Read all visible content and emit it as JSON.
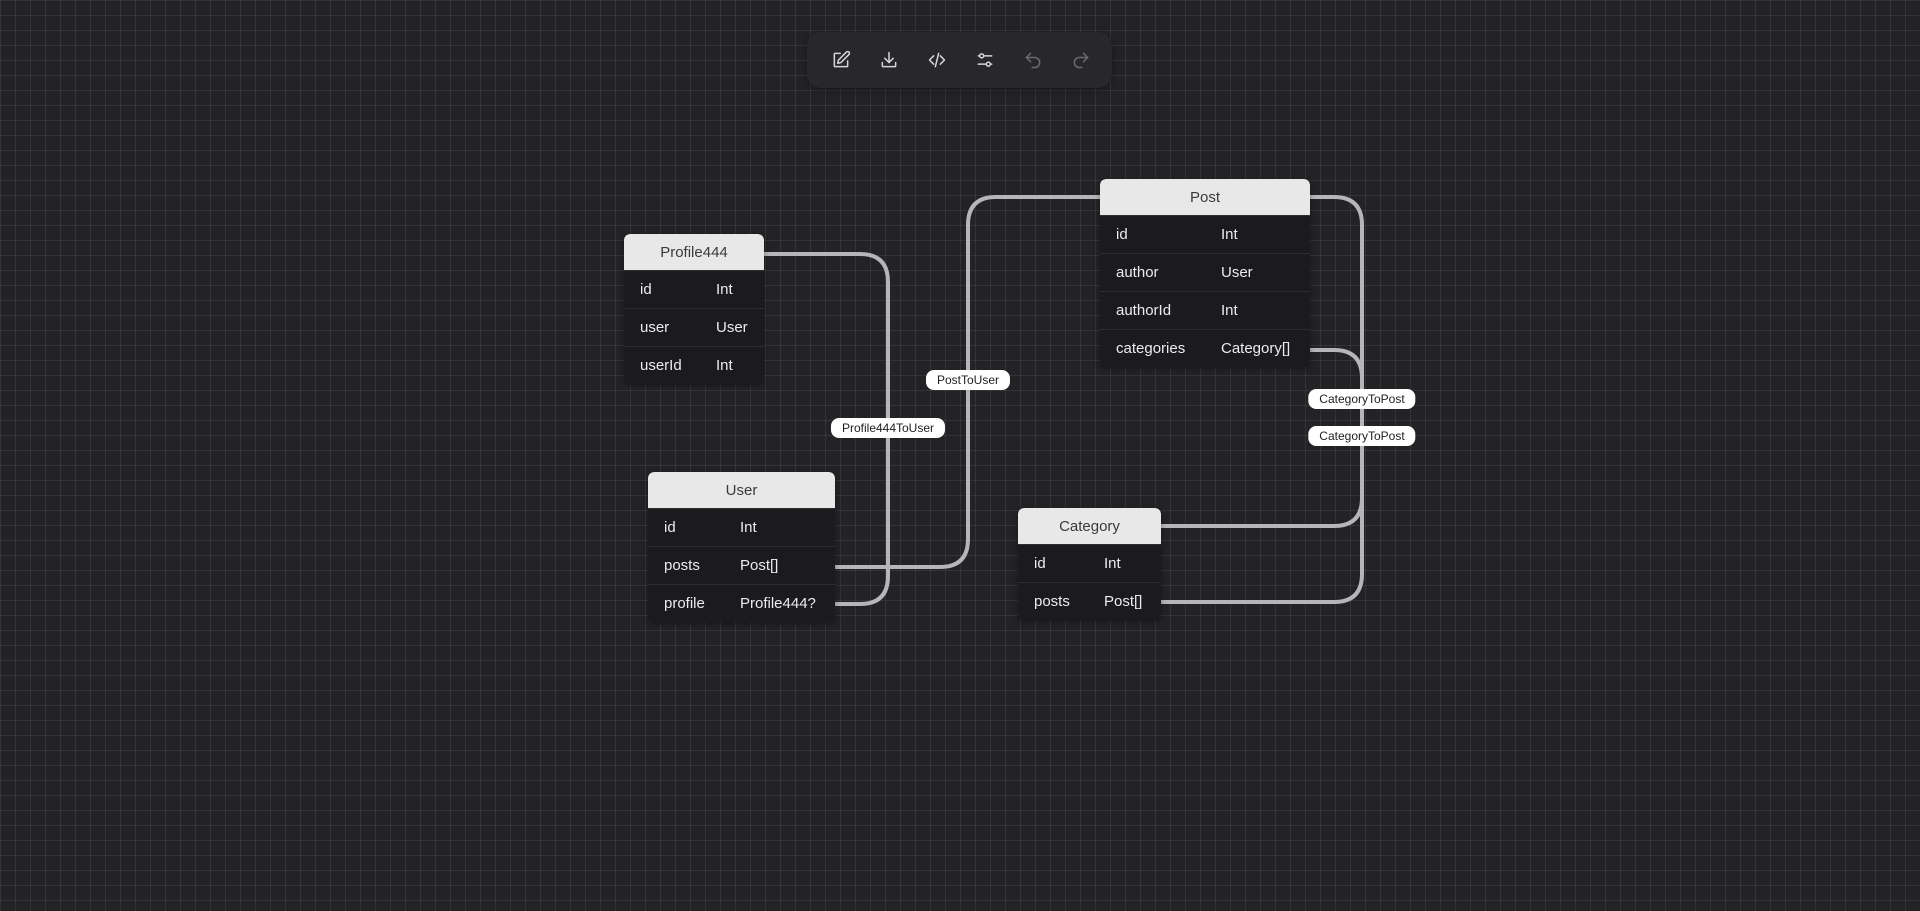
{
  "toolbar": {
    "buttons": [
      {
        "name": "edit-icon",
        "enabled": true
      },
      {
        "name": "download-icon",
        "enabled": true
      },
      {
        "name": "code-icon",
        "enabled": true
      },
      {
        "name": "settings-sliders-icon",
        "enabled": true
      },
      {
        "name": "undo-icon",
        "enabled": false
      },
      {
        "name": "redo-icon",
        "enabled": false
      }
    ]
  },
  "models": {
    "profile444": {
      "title": "Profile444",
      "fields": [
        {
          "name": "id",
          "type": "Int"
        },
        {
          "name": "user",
          "type": "User"
        },
        {
          "name": "userId",
          "type": "Int"
        }
      ]
    },
    "user": {
      "title": "User",
      "fields": [
        {
          "name": "id",
          "type": "Int"
        },
        {
          "name": "posts",
          "type": "Post[]"
        },
        {
          "name": "profile",
          "type": "Profile444?"
        }
      ]
    },
    "post": {
      "title": "Post",
      "fields": [
        {
          "name": "id",
          "type": "Int"
        },
        {
          "name": "author",
          "type": "User"
        },
        {
          "name": "authorId",
          "type": "Int"
        },
        {
          "name": "categories",
          "type": "Category[]"
        }
      ]
    },
    "category": {
      "title": "Category",
      "fields": [
        {
          "name": "id",
          "type": "Int"
        },
        {
          "name": "posts",
          "type": "Post[]"
        }
      ]
    }
  },
  "relations": {
    "profile444_to_user": "Profile444ToUser",
    "post_to_user": "PostToUser",
    "category_to_post_1": "CategoryToPost",
    "category_to_post_2": "CategoryToPost"
  },
  "colors": {
    "canvas": "#232326",
    "node_header": "#e8e8e8",
    "node_body": "#1b1b1d",
    "edge": "#b6b6b8",
    "label_bg": "#ffffff"
  }
}
